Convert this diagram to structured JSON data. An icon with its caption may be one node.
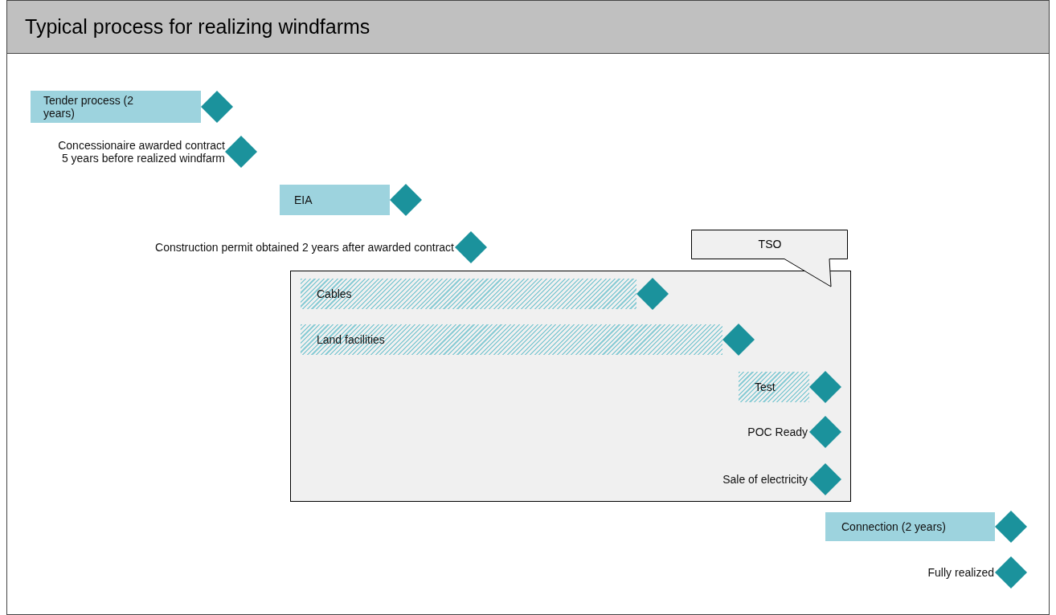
{
  "diagram": {
    "title": "Typical process for realizing windfarms",
    "nodes": [
      {
        "text": [
          "Tender process (2 years)"
        ]
      },
      {
        "text": [
          "Concessionaire awarded contract 5 years before realized windfarm"
        ]
      },
      {
        "text": [
          "EIA"
        ]
      },
      {
        "text": [
          "Construction permit obtained 2 years after awarded contract"
        ]
      },
      {
        "text": [
          "TSO"
        ]
      },
      {
        "text": [],
        "shape": "box"
      },
      {
        "text": [
          "Cables"
        ],
        "in": 5
      },
      {
        "text": [
          "Land facilities"
        ],
        "in": 5
      },
      {
        "text": [
          "Test"
        ],
        "in": 5
      },
      {
        "text": [
          "POC Ready"
        ],
        "in": 5
      },
      {
        "text": [
          "Sale of electricity"
        ],
        "in": 5
      },
      {
        "text": [
          "Connection (2 years)"
        ]
      },
      {
        "text": [
          "Fully realized"
        ]
      }
    ]
  }
}
